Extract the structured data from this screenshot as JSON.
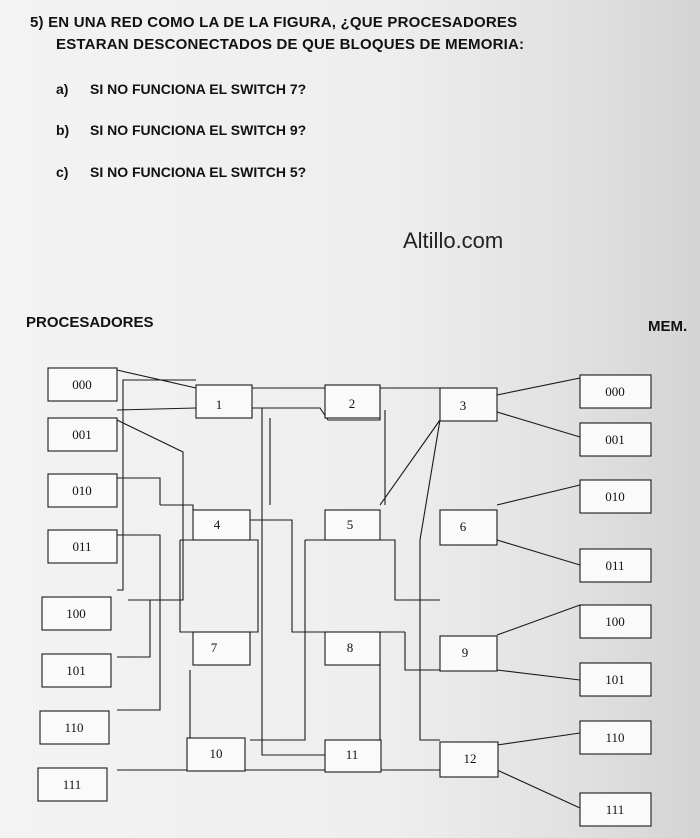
{
  "question": {
    "title_line1": "5) EN UNA RED COMO LA DE LA FIGURA, ¿QUE PROCESADORES",
    "title_line2": "ESTARAN DESCONECTADOS DE QUE BLOQUES DE MEMORIA:",
    "items": [
      {
        "label": "a)",
        "text": "SI NO FUNCIONA EL SWITCH  7?"
      },
      {
        "label": "b)",
        "text": "SI NO FUNCIONA EL SWITCH 9?"
      },
      {
        "label": "c)",
        "text": "SI NO FUNCIONA EL SWITCH 5?"
      }
    ]
  },
  "watermark": "Altillo.com",
  "diagram": {
    "processors_label": "PROCESADORES",
    "memory_label": "MEM.",
    "processors": [
      "000",
      "001",
      "010",
      "011",
      "100",
      "101",
      "110",
      "111"
    ],
    "memories": [
      "000",
      "001",
      "010",
      "011",
      "100",
      "101",
      "110",
      "111"
    ],
    "switches": [
      "1",
      "2",
      "3",
      "4",
      "5",
      "6",
      "7",
      "8",
      "9",
      "10",
      "11",
      "12"
    ]
  }
}
